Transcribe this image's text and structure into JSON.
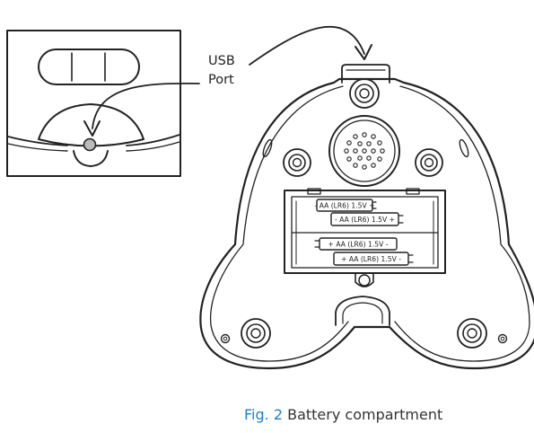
{
  "labels": {
    "usb_line1": "USB",
    "usb_line2": "Port"
  },
  "batteries": [
    "- AA (LR6) 1.5V +",
    "- AA (LR6) 1.5V +",
    "+ AA (LR6) 1.5V -",
    "+ AA (LR6) 1.5V -"
  ],
  "caption": {
    "fig": "Fig. 2",
    "text": "Battery compartment"
  },
  "colors": {
    "caption_fig": "#1d7fd1",
    "line": "#222222",
    "usb_dot": "#bbbbbb"
  }
}
